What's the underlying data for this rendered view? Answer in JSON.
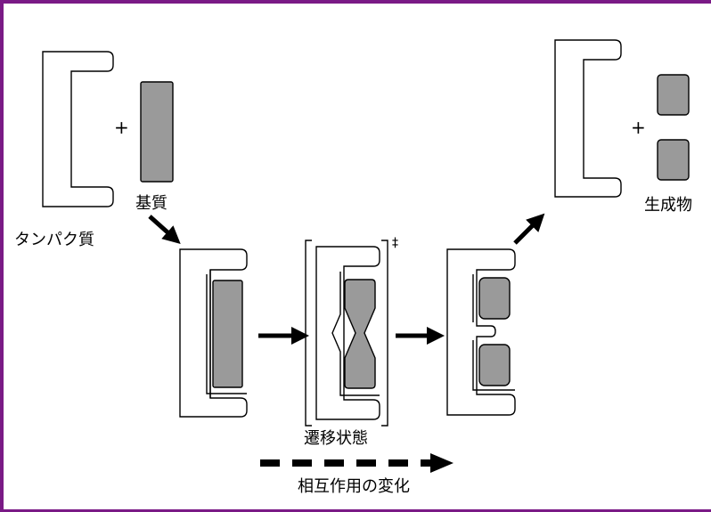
{
  "labels": {
    "protein": "タンパク質",
    "substrate": "基質",
    "products": "生成物",
    "transition_state": "遷移状態",
    "interaction_change": "相互作用の変化",
    "plus_left": "+",
    "plus_right": "+",
    "double_dagger": "‡"
  },
  "colors": {
    "frame": "#7a1a86",
    "substrate_fill": "#9a9a9a",
    "outline": "#000000",
    "background": "#ffffff"
  }
}
